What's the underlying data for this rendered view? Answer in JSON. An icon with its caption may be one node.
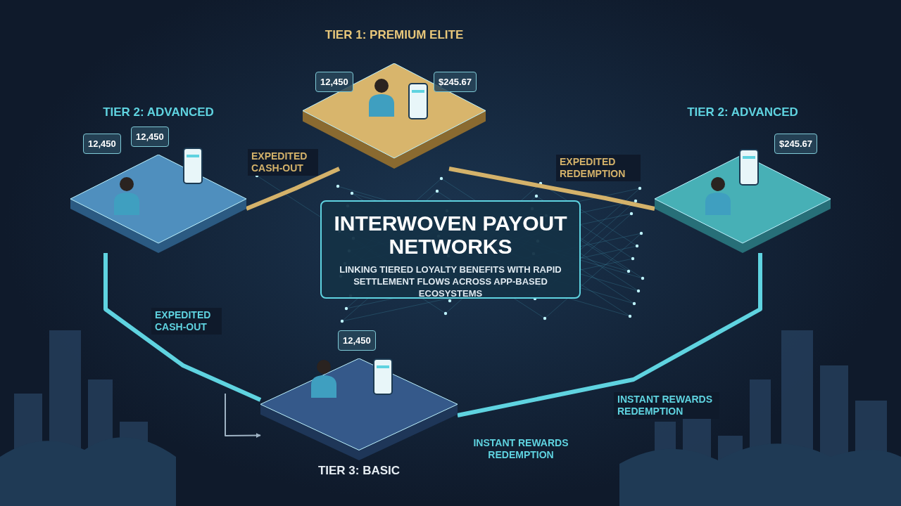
{
  "diagram": {
    "title": "INTERWOVEN PAYOUT NETWORKS",
    "caption": "LINKING TIERED LOYALTY BENEFITS WITH RAPID SETTLEMENT FLOWS ACROSS APP-BASED ECOSYSTEMS",
    "nodes": [
      {
        "text": [
          "TIER 1: PREMIUM ELITE",
          "12,450",
          "$245.67"
        ]
      },
      {
        "text": [
          "TIER 2: ADVANCED",
          "12,450",
          "12,450"
        ]
      },
      {
        "text": [
          "TIER 2: ADVANCED",
          "$245.67"
        ]
      },
      {
        "text": [
          "12,450",
          "TIER 3: BASIC"
        ]
      }
    ],
    "edges": [
      {
        "from": 1,
        "to": 0,
        "arrow": "none",
        "label": "EXPEDITED CASH-OUT",
        "color": "#d4b26a"
      },
      {
        "from": 0,
        "to": 2,
        "arrow": "none",
        "label": "EXPEDITED REDEMPTION",
        "color": "#d4b26a"
      },
      {
        "from": 1,
        "to": 3,
        "arrow": "none",
        "label": "EXPEDITED CASH-OUT",
        "color": "#5fd3e0"
      },
      {
        "from": 2,
        "to": 3,
        "arrow": "none",
        "label": "INSTANT REWARDS REDEMPTION",
        "color": "#5fd3e0"
      },
      {
        "from": null,
        "to": 3,
        "arrow": "to"
      }
    ],
    "labels": [
      "INSTANT REWARDS REDEMPTION"
    ]
  }
}
